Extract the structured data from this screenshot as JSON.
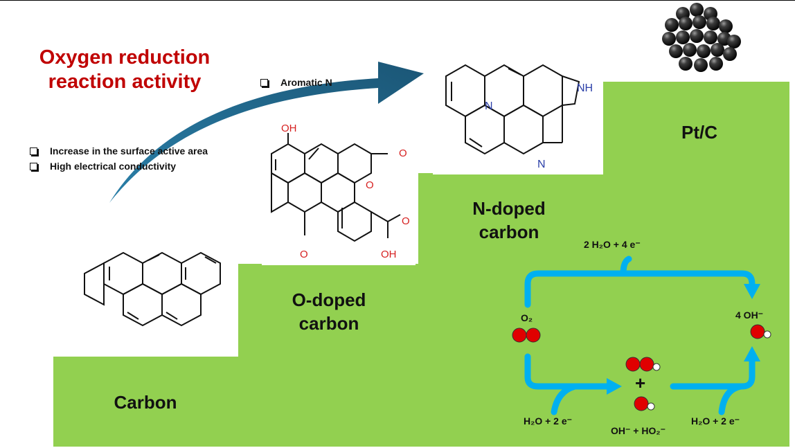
{
  "title": {
    "line1": "Oxygen reduction",
    "line2": "reaction activity"
  },
  "bullets_top": [
    "Aromatic N"
  ],
  "bullets_left": [
    "Increase in the surface active area",
    "High electrical conductivity"
  ],
  "steps": {
    "carbon": "Carbon",
    "o_doped": {
      "line1": "O-doped",
      "line2": "carbon"
    },
    "n_doped": {
      "line1": "N-doped",
      "line2": "carbon"
    },
    "pt_c": "Pt/C"
  },
  "molecule_atoms": {
    "oh_top": "OH",
    "o_keto_right": "O",
    "o_ring": "O",
    "o_bottom": "O",
    "oh_bottom": "OH",
    "o_bottom_right": "O",
    "n_center": "N",
    "nh": "NH",
    "n_ring": "N"
  },
  "mechanism": {
    "o2": "O₂",
    "top_reactant": "2 H₂O + 4 e⁻",
    "product": "4 OH⁻",
    "left_reactant": "H₂O + 2 e⁻",
    "middle_product": "OH⁻ + HO₂⁻",
    "right_reactant": "H₂O + 2 e⁻",
    "plus": "+"
  },
  "colors": {
    "step_green": "#92d050",
    "arrow_blue": "#1f5f80",
    "mech_arrow": "#00b0f0",
    "title_red": "#c00000",
    "oxygen_red": "#e00000",
    "heteroatom_o": "#d62020",
    "heteroatom_n": "#2b3fa8"
  }
}
